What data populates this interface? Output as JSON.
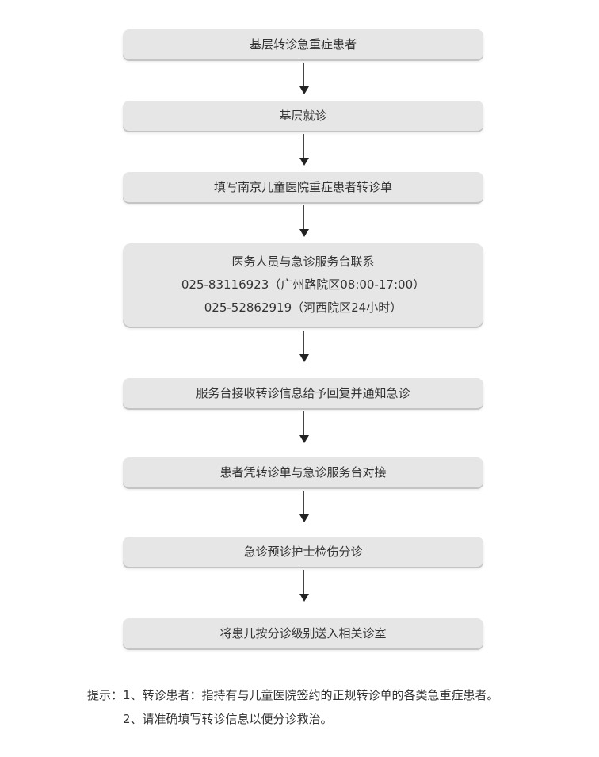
{
  "flowchart": {
    "steps": [
      {
        "lines": [
          "基层转诊急重症患者"
        ]
      },
      {
        "lines": [
          "基层就诊"
        ]
      },
      {
        "lines": [
          "填写南京儿童医院重症患者转诊单"
        ]
      },
      {
        "lines": [
          "医务人员与急诊服务台联系",
          "025-83116923（广州路院区08:00-17:00）",
          "025-52862919（河西院区24小时）"
        ]
      },
      {
        "lines": [
          "服务台接收转诊信息给予回复并通知急诊"
        ]
      },
      {
        "lines": [
          "患者凭转诊单与急诊服务台对接"
        ]
      },
      {
        "lines": [
          "急诊预诊护士检伤分诊"
        ]
      },
      {
        "lines": [
          "将患儿按分诊级别送入相关诊室"
        ]
      }
    ]
  },
  "notes": {
    "prefix": "提示：",
    "items": [
      "1、转诊患者：指持有与儿童医院签约的正规转诊单的各类急重症患者。",
      "2、请准确填写转诊信息以便分诊救治。"
    ]
  },
  "colors": {
    "box_fill": "#e6e6e6",
    "box_shadow": "#c4c4c4",
    "text": "#333333",
    "arrow": "#222222"
  }
}
